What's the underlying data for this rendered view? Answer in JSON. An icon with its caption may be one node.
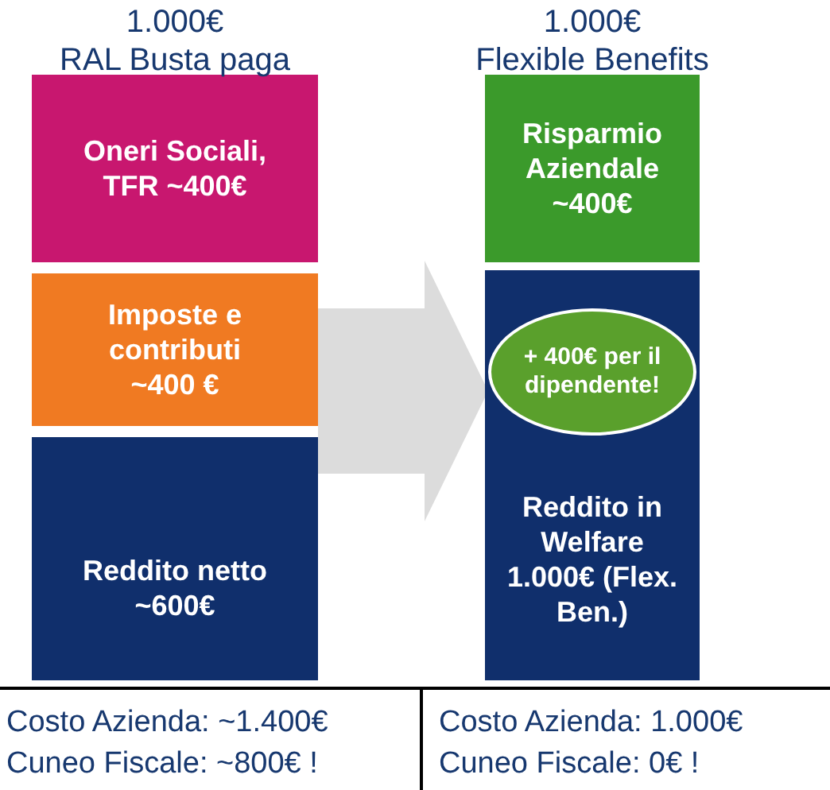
{
  "diagram": {
    "nodes": [
      {
        "text": [
          "Oneri Sociali, TFR ~400€"
        ]
      },
      {
        "text": [
          "Imposte e contributi ~400 €"
        ]
      },
      {
        "text": [
          "Reddito netto ~600€"
        ]
      },
      {
        "text": [
          "Risparmio Aziendale ~400€"
        ]
      },
      {
        "text": [
          "Reddito in Welfare 1.000€ (Flex. Ben.)"
        ]
      },
      {
        "text": [
          "+ 400€ per il dipendente!"
        ],
        "in": 4
      }
    ],
    "edges": [
      {
        "from": 1,
        "to": 5,
        "arrow": "to",
        "style": "thick"
      }
    ],
    "labels": [
      "1.000€ RAL Busta paga",
      "1.000€ Flexible Benefits",
      "Costo Azienda: ~1.400€",
      "Costo Azienda: 1.000€",
      "Cuneo Fiscale: ~800€ !",
      "Cuneo Fiscale: 0€ !"
    ]
  }
}
